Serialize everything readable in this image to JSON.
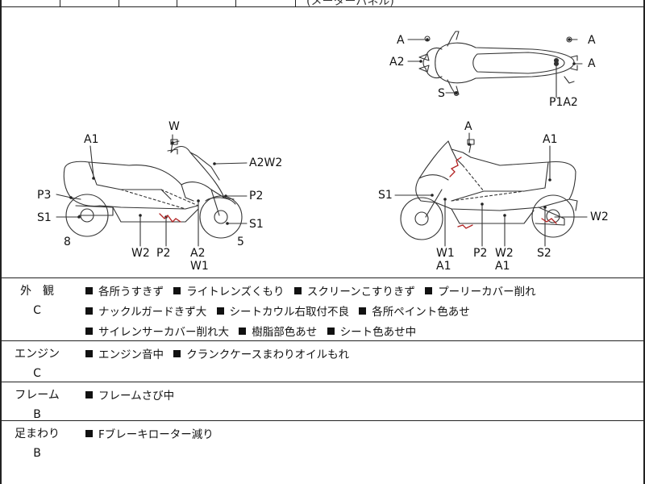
{
  "header": {
    "partial_text": "(メーターパネル)"
  },
  "diagram": {
    "top_view": {
      "labels": [
        "A",
        "A2",
        "S",
        "A",
        "A",
        "P1A2"
      ]
    },
    "left_view": {
      "labels": [
        "W",
        "A1",
        "A2W2",
        "P3",
        "P2",
        "S1",
        "S1",
        "8",
        "5",
        "W2",
        "P2",
        "A2",
        "W1"
      ]
    },
    "right_view": {
      "labels": [
        "A",
        "A1",
        "S1",
        "W2",
        "W1",
        "A1",
        "P2",
        "W2",
        "A1",
        "S2"
      ]
    }
  },
  "conditions": [
    {
      "category": "外　観",
      "grade": "C",
      "items": [
        "各所うすきず",
        "ライトレンズくもり",
        "スクリーンこすりきず",
        "プーリーカバー削れ",
        "ナックルガードきず大",
        "シートカウル右取付不良",
        "各所ペイント色あせ",
        "サイレンサーカバー削れ大",
        "樹脂部色あせ",
        "シート色あせ中"
      ]
    },
    {
      "category": "エンジン",
      "grade": "C",
      "items": [
        "エンジン音中",
        "クランクケースまわりオイルもれ"
      ]
    },
    {
      "category": "フレーム",
      "grade": "B",
      "items": [
        "フレームさび中"
      ]
    },
    {
      "category": "足まわり",
      "grade": "B",
      "items": [
        "Fブレーキローター減り"
      ]
    }
  ],
  "colors": {
    "line": "#222222",
    "damage_mark": "#b22222"
  }
}
